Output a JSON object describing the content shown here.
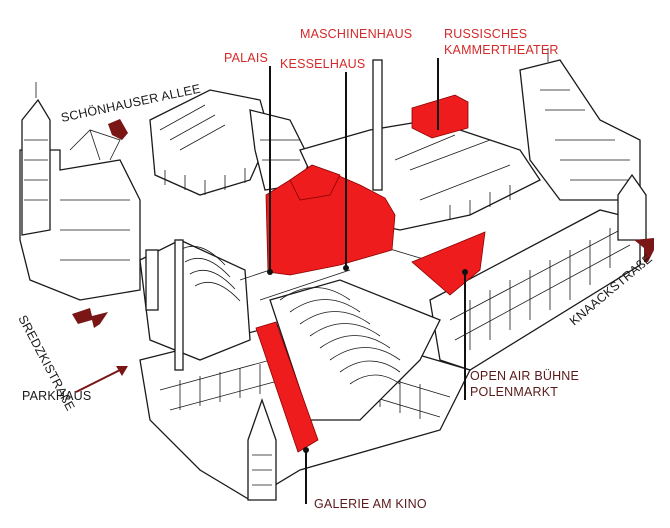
{
  "labels": {
    "schoenhauser_allee": "SCHÖNHAUSER ALLEE",
    "sredzkistrasse": "SREDZKISTRAßE",
    "parkhaus": "PARKHAUS",
    "palais": "PALAIS",
    "kesselhaus": "KESSELHAUS",
    "maschinenhaus": "MASCHINENHAUS",
    "russisches_line1": "RUSSISCHES",
    "russisches_line2": "KAMMERTHEATER",
    "knaackstrasse": "KNAACKSTRAßE",
    "openair_line1": "OPEN AIR BÜHNE",
    "openair_line2": "POLENMARKT",
    "galerie": "GALERIE AM KINO"
  },
  "colors": {
    "highlight": "#ee1c1c",
    "red_label": "#d42a2a",
    "dark_label": "#5a1a1a",
    "outline": "#1a1a1a"
  },
  "icons": [
    "arrow-icon"
  ]
}
